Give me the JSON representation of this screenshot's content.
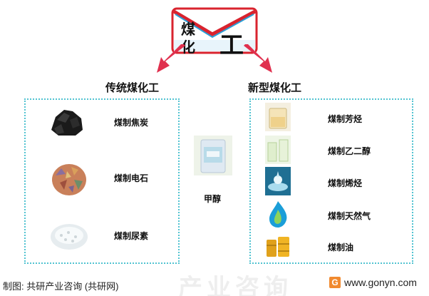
{
  "logo": {
    "text_top": "煤",
    "text_bottom": "化",
    "text_right": "工"
  },
  "traditional": {
    "title": "传统煤化工",
    "items": [
      {
        "label": "煤制焦炭",
        "icon": "coke-image"
      },
      {
        "label": "煤制电石",
        "icon": "calcium-carbide-image"
      },
      {
        "label": "煤制尿素",
        "icon": "urea-image"
      }
    ]
  },
  "center": {
    "label": "甲醇",
    "icon": "methanol-bottle-image"
  },
  "modern": {
    "title": "新型煤化工",
    "items": [
      {
        "label": "煤制芳烃",
        "icon": "aromatics-image"
      },
      {
        "label": "煤制乙二醇",
        "icon": "ethylene-glycol-image"
      },
      {
        "label": "煤制烯烃",
        "icon": "olefins-image"
      },
      {
        "label": "煤制天然气",
        "icon": "natural-gas-flame-icon"
      },
      {
        "label": "煤制油",
        "icon": "oil-barrels-image"
      }
    ]
  },
  "footer": {
    "source": "制图: 共研产业咨询 (共研网)",
    "brand": "www.gonyn.com",
    "brand_icon": "G"
  },
  "colors": {
    "arrow": "#e0304e",
    "panel_border": "#52c3d1",
    "logo_red": "#d9232e",
    "logo_blue": "#2a9fd6"
  }
}
